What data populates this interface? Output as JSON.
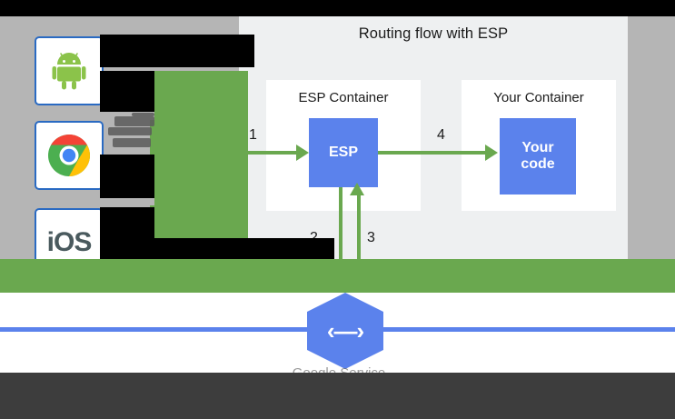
{
  "diagram": {
    "title": "Routing flow with ESP",
    "containers": [
      {
        "label": "ESP Container",
        "box_label": "ESP"
      },
      {
        "label": "Your Container",
        "box_label": "Your code"
      }
    ],
    "steps": [
      {
        "number": "1",
        "desc": "client request into ESP"
      },
      {
        "number": "2",
        "desc": "ESP down to Google Service Control"
      },
      {
        "number": "3",
        "desc": "Google Service Control back up to ESP"
      },
      {
        "number": "4",
        "desc": "ESP to your code"
      }
    ],
    "service_logo": {
      "glyph": "‹—›",
      "caption": "Google Service",
      "icon_name": "google-cloud-endpoints-hexagon"
    }
  },
  "clients": [
    {
      "name": "android",
      "icon": "android-icon",
      "text": ""
    },
    {
      "name": "chrome",
      "icon": "chrome-icon",
      "text": ""
    },
    {
      "name": "ios",
      "icon": "ios-icon",
      "text": "iOS"
    }
  ],
  "colors": {
    "blue_box": "#5b82ec",
    "green_arrow": "#6aa84f",
    "panel_bg": "#eef0f1",
    "page_bg": "#b5b5b5",
    "card_border": "#2a6ac2",
    "overlay": "#3d3d3d"
  }
}
